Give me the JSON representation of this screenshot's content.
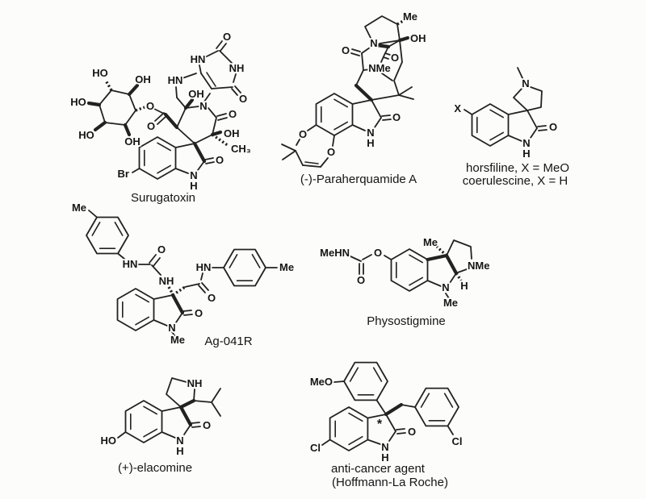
{
  "page": {
    "background": "#fcfcfb",
    "ink": "#222222",
    "figure_type": "chemical-structures"
  },
  "compounds": [
    {
      "id": "surugatoxin",
      "caption1": "Surugatoxin",
      "atoms": {
        "ho_top": "HO",
        "oh_topright": "OH",
        "ho_left": "HO",
        "ho_bottomleft": "HO",
        "oh_bottom": "OH",
        "o_ester": "O",
        "o_ester_carbonyl": "O",
        "hn_pyrimidine_top": "HN",
        "o_pyrimidine_top": "O",
        "nh_pyrimidine": "NH",
        "o_pyrimidine_right": "O",
        "hn_amine": "HN",
        "oh_center": "OH",
        "n_ring": "N",
        "o_amide": "O",
        "oh_right": "OH",
        "ch3": "CH₃",
        "o_oxindole": "O",
        "br": "Br",
        "n_oxindole": "N",
        "h_oxindole": "H"
      }
    },
    {
      "id": "paraherquamide",
      "caption1": "(-)-Paraherquamide A",
      "atoms": {
        "me_top": "Me",
        "oh": "OH",
        "n_top": "N",
        "o_left": "O",
        "o_inner": "O",
        "nme": "NMe",
        "o_oxindole": "O",
        "n_oxindole": "N",
        "h_oxindole": "H",
        "o_dioxepine_upper": "O",
        "o_dioxepine_lower": "O"
      }
    },
    {
      "id": "horsfiline",
      "caption1": "horsfiline, X = MeO",
      "caption2": "coerulescine, X = H",
      "atoms": {
        "x": "X",
        "n_pyrrolidine": "N",
        "o_oxindole": "O",
        "n_oxindole": "N",
        "h_oxindole": "H"
      }
    },
    {
      "id": "ag041r",
      "caption1": "Ag-041R",
      "atoms": {
        "me_left": "Me",
        "hn_urea": "HN",
        "o_urea": "O",
        "nh": "NH",
        "o_amide": "O",
        "hn_amide": "HN",
        "me_right": "Me",
        "o_oxindole": "O",
        "n_oxindole": "N",
        "n_me": "Me"
      }
    },
    {
      "id": "physostigmine",
      "caption1": "Physostigmine",
      "atoms": {
        "mehn": "MeHN",
        "o_carbonyl": "O",
        "o_ester": "O",
        "me_c3a": "Me",
        "nme": "NMe",
        "h_c8a": "H",
        "n8": "N",
        "n8_me": "Me"
      }
    },
    {
      "id": "elacomine",
      "caption1": "(+)-elacomine",
      "atoms": {
        "nh": "NH",
        "ho": "HO",
        "o_oxindole": "O",
        "n_oxindole": "N",
        "h_oxindole": "H"
      }
    },
    {
      "id": "anticancer",
      "caption1": "anti-cancer agent",
      "caption2": "(Hoffmann-La Roche)",
      "atoms": {
        "meo": "MeO",
        "cl_left": "Cl",
        "cl_right": "Cl",
        "star": "*",
        "o_oxindole": "O",
        "n_oxindole": "N",
        "h_oxindole": "H"
      }
    }
  ]
}
